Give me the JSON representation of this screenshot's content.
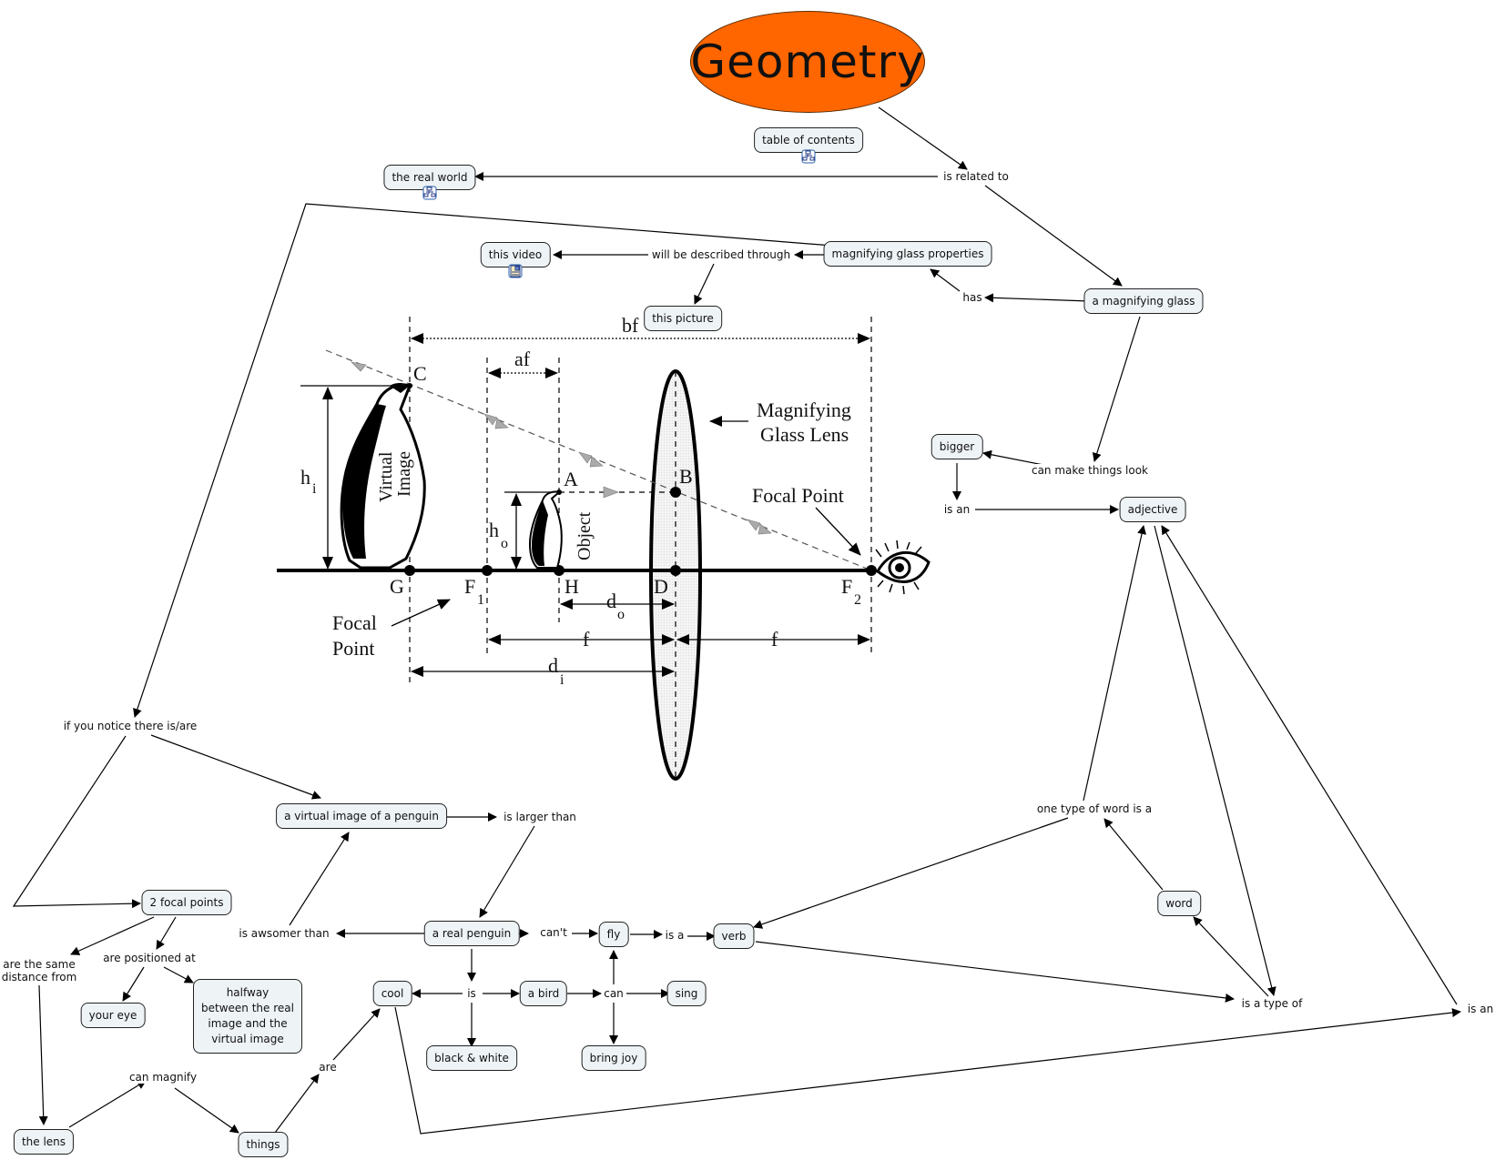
{
  "title": "Geometry",
  "nodes": {
    "table_of_contents": "table of contents",
    "the_real_world": "the real world",
    "this_video": "this video",
    "magnifying_glass_properties": "magnifying glass properties",
    "this_picture": "this picture",
    "a_magnifying_glass": "a magnifying glass",
    "bigger": "bigger",
    "adjective": "adjective",
    "a_virtual_image_of_a_penguin": "a virtual image of a penguin",
    "two_focal_points": "2 focal points",
    "your_eye": "your eye",
    "halfway_between": "halfway between the real image and the virtual image",
    "a_real_penguin": "a real penguin",
    "fly": "fly",
    "verb": "verb",
    "cool": "cool",
    "a_bird": "a bird",
    "sing": "sing",
    "black_and_white": "black & white",
    "bring_joy": "bring joy",
    "the_lens": "the lens",
    "things": "things",
    "word": "word"
  },
  "links": {
    "is_related_to": "is related to",
    "will_be_described_through": "will be described through",
    "has": "has",
    "can_make_things_look": "can make things look",
    "is_an_1": "is an",
    "if_you_notice": "if you notice there is/are",
    "is_larger_than": "is larger than",
    "is_awsomer_than": "is awsomer than",
    "cant": "can't",
    "is_a": "is a",
    "is": "is",
    "can": "can",
    "are_the_same_distance_from": "are the same distance from",
    "are_positioned_at": "are positioned at",
    "can_magnify": "can magnify",
    "are": "are",
    "one_type_of_word_is_a": "one type of word is a",
    "is_a_type_of": "is a type of",
    "is_an_2": "is an"
  },
  "optics_diagram": {
    "labels": {
      "bf": "bf",
      "af": "af",
      "C": "C",
      "A": "A",
      "B": "B",
      "G": "G",
      "F1": "F",
      "F1_sub": "1",
      "H": "H",
      "D": "D",
      "F2": "F",
      "F2_sub": "2",
      "hi": "h",
      "hi_sub": "i",
      "ho": "h",
      "ho_sub": "o",
      "do": "d",
      "do_sub": "o",
      "di": "d",
      "di_sub": "i",
      "f_left": "f",
      "f_right": "f",
      "virtual_image_1": "Virtual",
      "virtual_image_2": "Image",
      "object": "Object",
      "lens_label_1": "Magnifying",
      "lens_label_2": "Glass Lens",
      "focal_point_right": "Focal Point",
      "focal_point_left_1": "Focal",
      "focal_point_left_2": "Point"
    }
  },
  "icons": {
    "table_of_contents": "concept-map-icon",
    "the_real_world": "concept-map-icon",
    "this_video": "video-document-icon"
  }
}
